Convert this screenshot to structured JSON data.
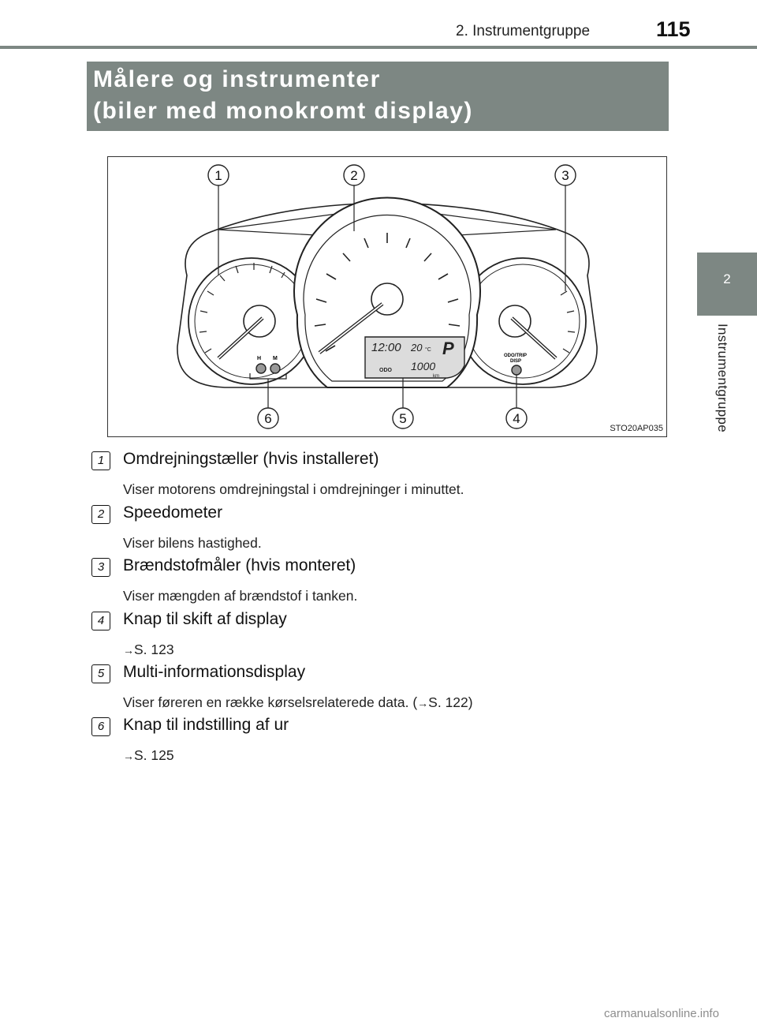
{
  "header": {
    "section": "2. Instrumentgruppe",
    "page_number": "115"
  },
  "side_tab": {
    "number": "2",
    "label": "Instrumentgruppe"
  },
  "title": {
    "line1": "Målere og instrumenter",
    "line2": "(biler med monokromt display)"
  },
  "figure": {
    "code": "STO20AP035",
    "callouts": [
      "1",
      "2",
      "3",
      "4",
      "5",
      "6"
    ],
    "display": {
      "clock": "12:00",
      "temp": "20",
      "temp_unit": "°C",
      "shift": "P",
      "odo_label": "ODO",
      "odometer": "1000",
      "distance_unit": "km"
    },
    "button_labels": {
      "hour": "H",
      "minute": "M",
      "odo_trip_line1": "ODO/TRIP",
      "odo_trip_line2": "DISP"
    }
  },
  "items": [
    {
      "number": "1",
      "title": "Omdrejningstæller (hvis installeret)",
      "desc": "Viser motorens omdrejningstal i omdrejninger i minuttet."
    },
    {
      "number": "2",
      "title": "Speedometer",
      "desc": "Viser bilens hastighed."
    },
    {
      "number": "3",
      "title": "Brændstofmåler (hvis monteret)",
      "desc": "Viser mængden af brændstof i tanken."
    },
    {
      "number": "4",
      "title": "Knap til skift af display",
      "desc_arrow": "→",
      "desc_ref": "S. 123"
    },
    {
      "number": "5",
      "title": "Multi-informationsdisplay",
      "desc_pre": "Viser føreren en række kørselsrelaterede data. (",
      "desc_arrow": "→",
      "desc_ref": "S. 122)"
    },
    {
      "number": "6",
      "title": "Knap til indstilling af ur",
      "desc_arrow": "→",
      "desc_ref": "S. 125"
    }
  ],
  "footer": {
    "watermark": "carmanualsonline.info"
  }
}
